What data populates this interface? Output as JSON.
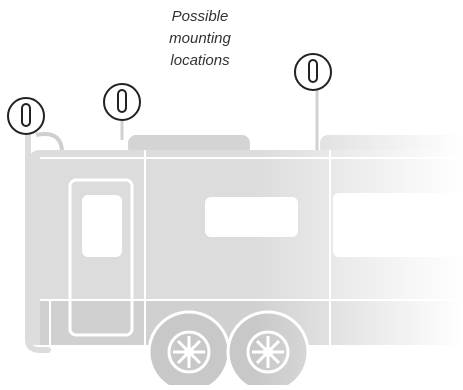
{
  "caption": {
    "line1": "Possible",
    "line2": "mounting",
    "line3": "locations"
  },
  "colors": {
    "body": "#dcdcdc",
    "panel": "#d0d0d0",
    "trim": "#ffffff",
    "window": "#ffffff",
    "outline": "#222222",
    "wheel": "#c8c8c8"
  },
  "antenna_icons": [
    {
      "name": "antenna-icon-rear-ladder"
    },
    {
      "name": "antenna-icon-front-roof"
    },
    {
      "name": "antenna-icon-mid-roof"
    }
  ]
}
